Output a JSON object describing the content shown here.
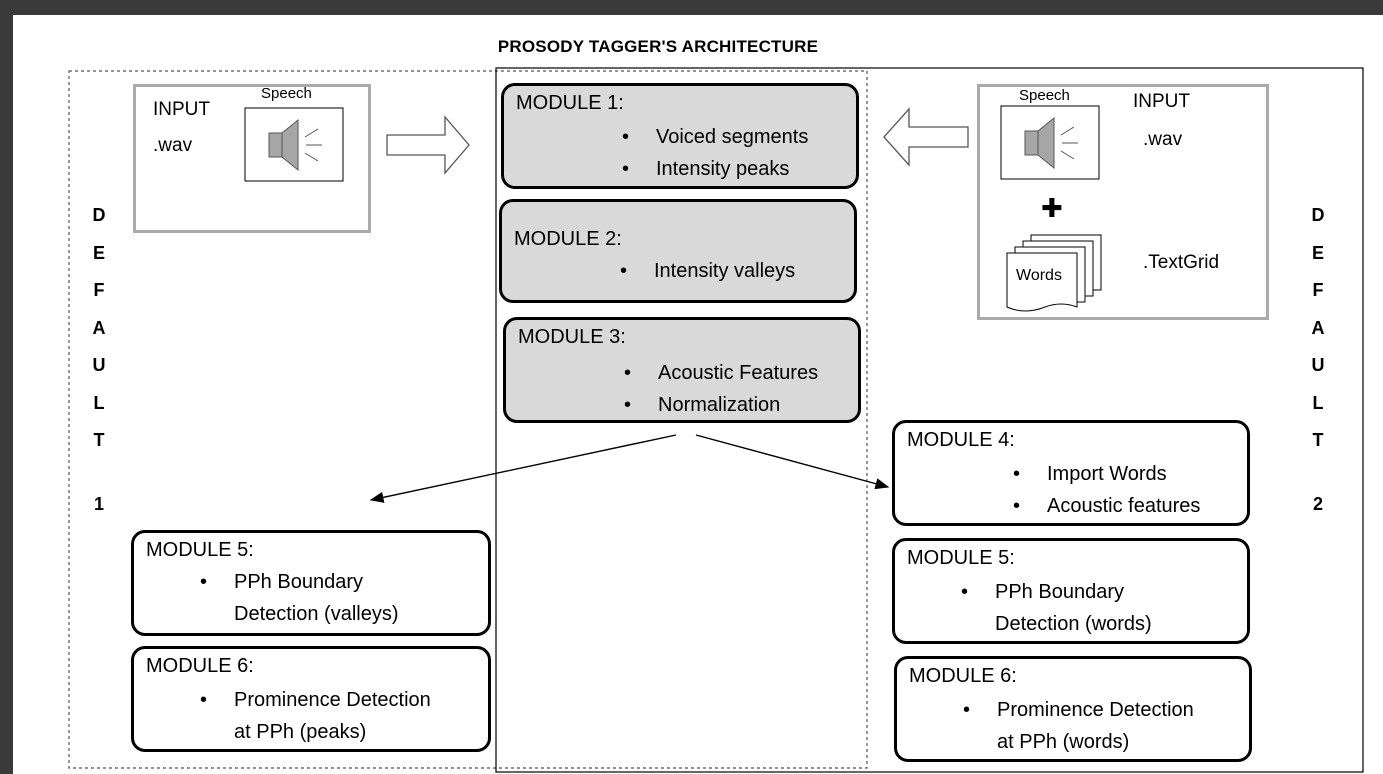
{
  "title": "PROSODY TAGGER'S ARCHITECTURE",
  "default_left": {
    "letters": [
      "D",
      "E",
      "F",
      "A",
      "U",
      "L",
      "T"
    ],
    "number": "1"
  },
  "default_right": {
    "letters": [
      "D",
      "E",
      "F",
      "A",
      "U",
      "L",
      "T"
    ],
    "number": "2"
  },
  "input_left": {
    "label": "INPUT",
    "format": ".wav",
    "speech_label": "Speech"
  },
  "input_right": {
    "label": "INPUT",
    "format": ".wav",
    "speech_label": "Speech",
    "plus": "✚",
    "words_label": "Words",
    "textgrid_label": ".TextGrid"
  },
  "modules_center": [
    {
      "title": "MODULE 1:",
      "items": [
        "Voiced segments",
        "Intensity peaks"
      ]
    },
    {
      "title": "MODULE 2:",
      "items": [
        "Intensity valleys"
      ]
    },
    {
      "title": "MODULE 3:",
      "items": [
        "Acoustic Features",
        "Normalization"
      ]
    }
  ],
  "modules_left": [
    {
      "title": "MODULE 5:",
      "lines": [
        "PPh Boundary",
        "Detection (valleys)"
      ]
    },
    {
      "title": "MODULE 6:",
      "lines": [
        "Prominence Detection",
        "at PPh (peaks)"
      ]
    }
  ],
  "modules_right": [
    {
      "title": "MODULE 4:",
      "items": [
        "Import Words",
        "Acoustic features"
      ]
    },
    {
      "title": "MODULE 5:",
      "lines": [
        "PPh Boundary",
        "Detection (words)"
      ]
    },
    {
      "title": "MODULE 6:",
      "lines": [
        "Prominence Detection",
        "at PPh (words)"
      ]
    }
  ],
  "colors": {
    "background": "#3a3a3a",
    "module_fill": "#d9d9d9",
    "input_border": "#aaaaaa",
    "speaker_fill": "#a6a6a6"
  }
}
